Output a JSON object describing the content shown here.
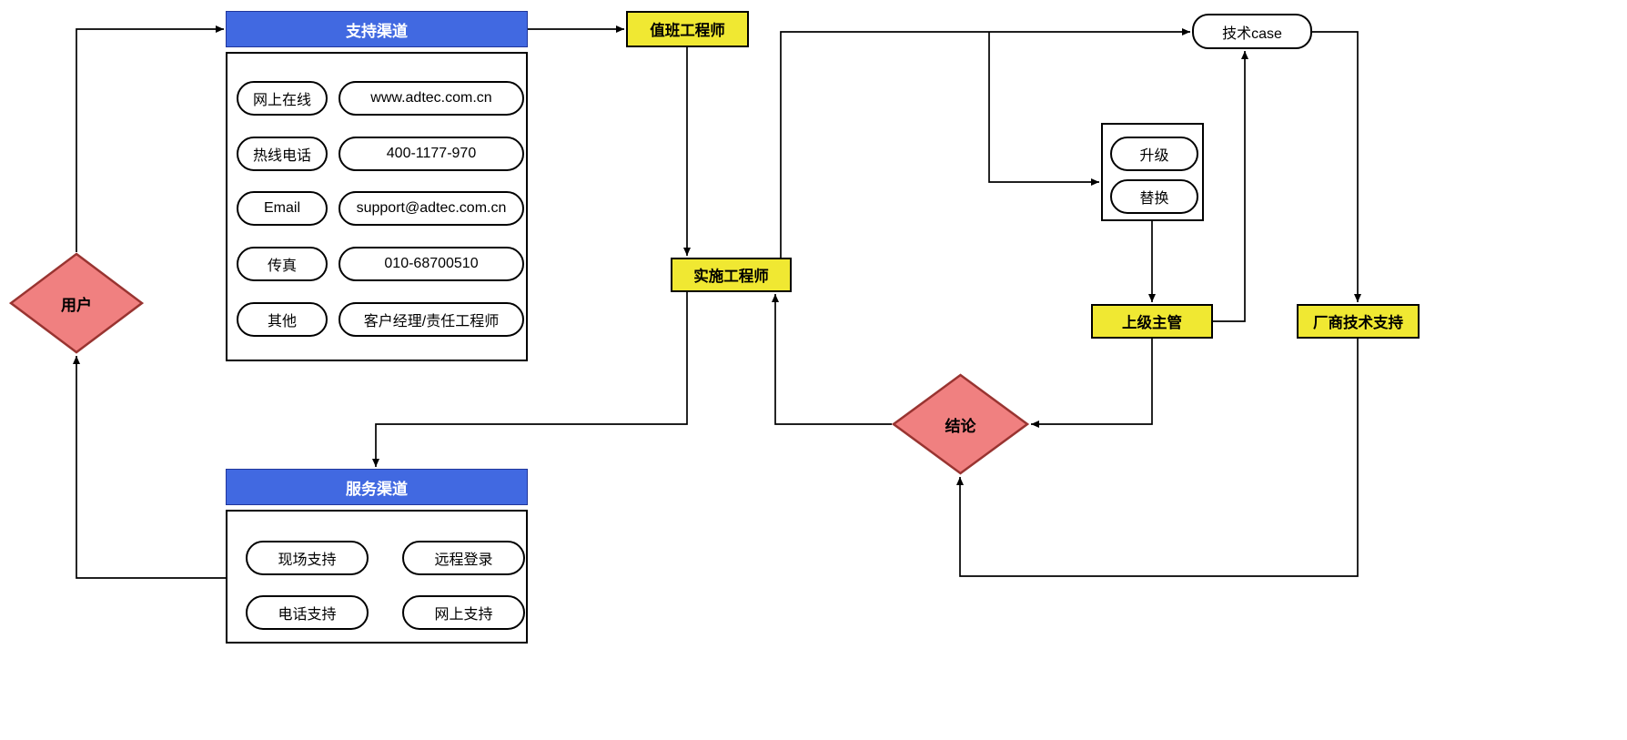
{
  "diagram": {
    "user": {
      "label": "用户"
    },
    "support_channel": {
      "title": "支持渠道",
      "rows": [
        {
          "key": "网上在线",
          "value": "www.adtec.com.cn"
        },
        {
          "key": "热线电话",
          "value": "400-1177-970"
        },
        {
          "key": "Email",
          "value": "support@adtec.com.cn"
        },
        {
          "key": "传真",
          "value": "010-68700510"
        },
        {
          "key": "其他",
          "value": "客户经理/责任工程师"
        }
      ]
    },
    "duty_engineer": {
      "label": "值班工程师"
    },
    "implementation_engineer": {
      "label": "实施工程师"
    },
    "tech_case": {
      "label": "技术case"
    },
    "escalation_box": {
      "options": [
        {
          "label": "升级"
        },
        {
          "label": "替换"
        }
      ]
    },
    "supervisor": {
      "label": "上级主管"
    },
    "vendor_support": {
      "label": "厂商技术支持"
    },
    "conclusion": {
      "label": "结论"
    },
    "service_channel": {
      "title": "服务渠道",
      "options": [
        {
          "label": "现场支持"
        },
        {
          "label": "远程登录"
        },
        {
          "label": "电话支持"
        },
        {
          "label": "网上支持"
        }
      ]
    }
  },
  "colors": {
    "node-blue": "#4169E1",
    "node-yellow": "#F0E832",
    "diamond-fill": "#F08080",
    "diamond-stroke": "#993431",
    "line-black": "#000000"
  }
}
